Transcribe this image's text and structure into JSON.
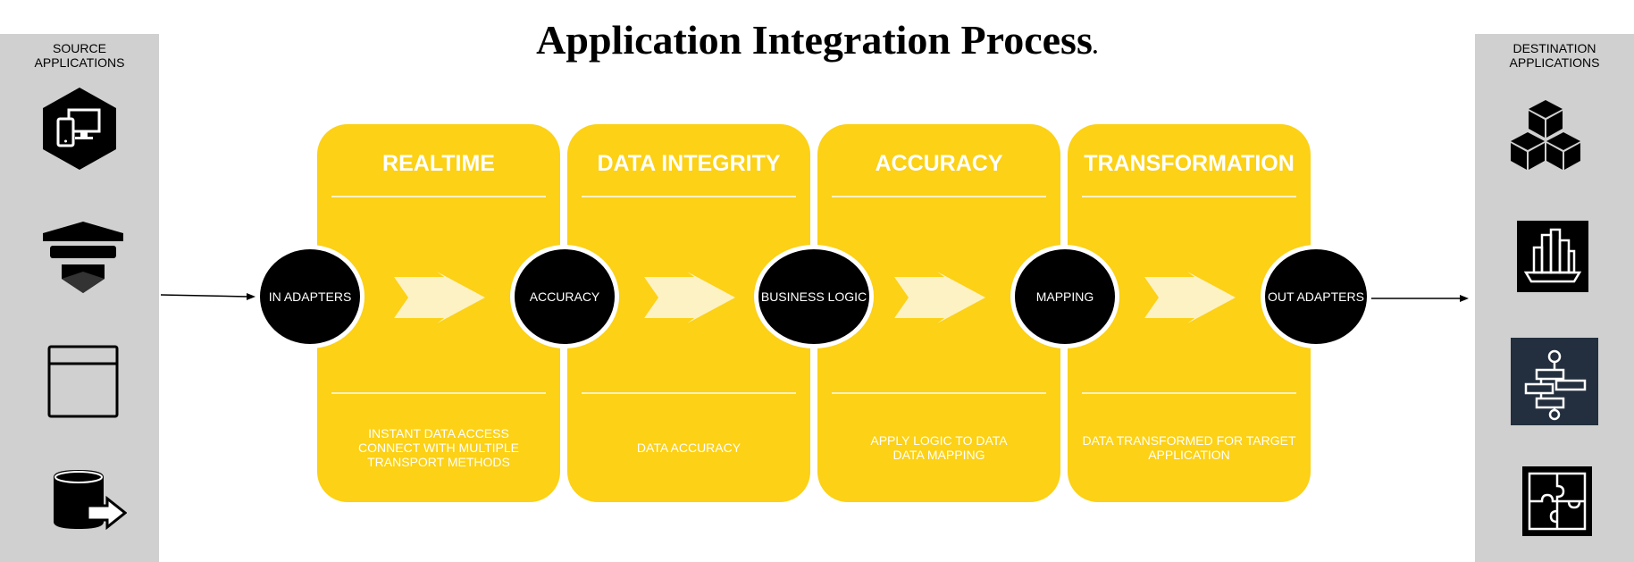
{
  "title": "Application Integration Process",
  "title_suffix": ".",
  "source_panel": {
    "title": "SOURCE\nAPPLICATIONS"
  },
  "destination_panel": {
    "title": "DESTINATION\nAPPLICATIONS"
  },
  "stages": [
    {
      "title": "REALTIME",
      "description": "INSTANT DATA ACCESS\nCONNECT WITH MULTIPLE\nTRANSPORT METHODS"
    },
    {
      "title": "DATA INTEGRITY",
      "description": "DATA ACCURACY"
    },
    {
      "title": "ACCURACY",
      "description": "APPLY LOGIC TO DATA\nDATA MAPPING"
    },
    {
      "title": "TRANSFORMATION",
      "description": "DATA TRANSFORMED FOR TARGET\nAPPLICATION"
    }
  ],
  "nodes": [
    {
      "label": "IN ADAPTERS"
    },
    {
      "label": "ACCURACY"
    },
    {
      "label": "BUSINESS LOGIC"
    },
    {
      "label": "MAPPING"
    },
    {
      "label": "OUT ADAPTERS"
    }
  ],
  "colors": {
    "stage_fill": "#fcd116",
    "node_fill": "#000000",
    "panel_fill": "#d0d0d0",
    "chevron": "#fdf2c4",
    "dark_tile": "#232f3e"
  },
  "source_icons": [
    "devices-hexagon-icon",
    "layers-stack-icon",
    "browser-window-icon",
    "database-export-icon"
  ],
  "destination_icons": [
    "cubes-icon",
    "city-skyline-icon",
    "workflow-icon",
    "puzzle-icon"
  ]
}
